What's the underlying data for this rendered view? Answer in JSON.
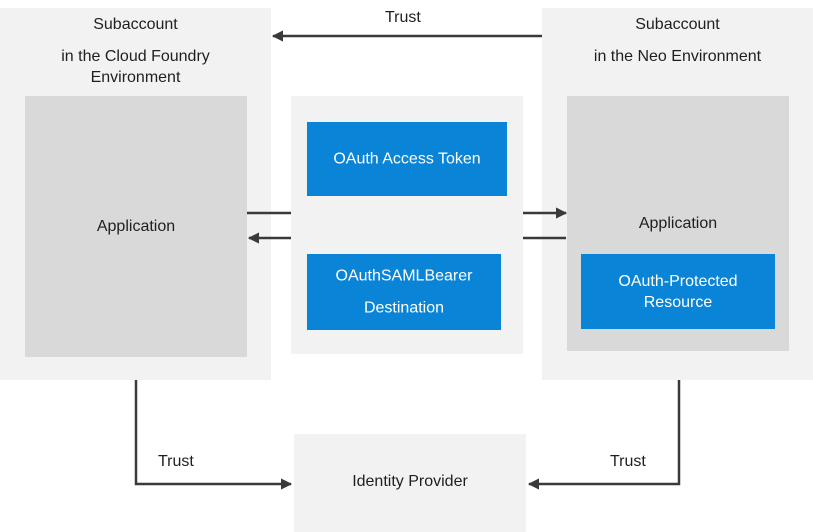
{
  "left_subaccount": {
    "title_line1": "Subaccount",
    "title_line2": "in the Cloud Foundry",
    "title_line3": "Environment",
    "application_label": "Application"
  },
  "right_subaccount": {
    "title_line1": "Subaccount",
    "title_line2": "in the Neo Environment",
    "application_label": "Application",
    "resource_line1": "OAuth-Protected",
    "resource_line2": "Resource"
  },
  "middle": {
    "token_label": "OAuth Access Token",
    "destination_line1": "OAuthSAMLBearer",
    "destination_line2": "Destination"
  },
  "identity_provider": {
    "label": "Identity Provider"
  },
  "trust_labels": {
    "top": "Trust",
    "bottom_left": "Trust",
    "bottom_right": "Trust"
  },
  "colors": {
    "panel": "#f2f2f2",
    "app_box": "#d9d9d9",
    "accent_blue": "#0a84d6",
    "arrow": "#3a3a3a"
  }
}
